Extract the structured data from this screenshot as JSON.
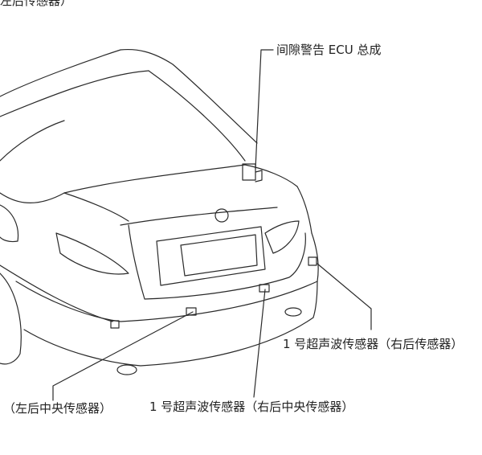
{
  "labels": {
    "top_partial": "左后传感器）",
    "ecu": "间隙警告 ECU 总成",
    "right_rear": "1 号超声波传感器（右后传感器）",
    "left_center": "（左后中央传感器）",
    "right_center": "1 号超声波传感器（右后中央传感器）"
  }
}
